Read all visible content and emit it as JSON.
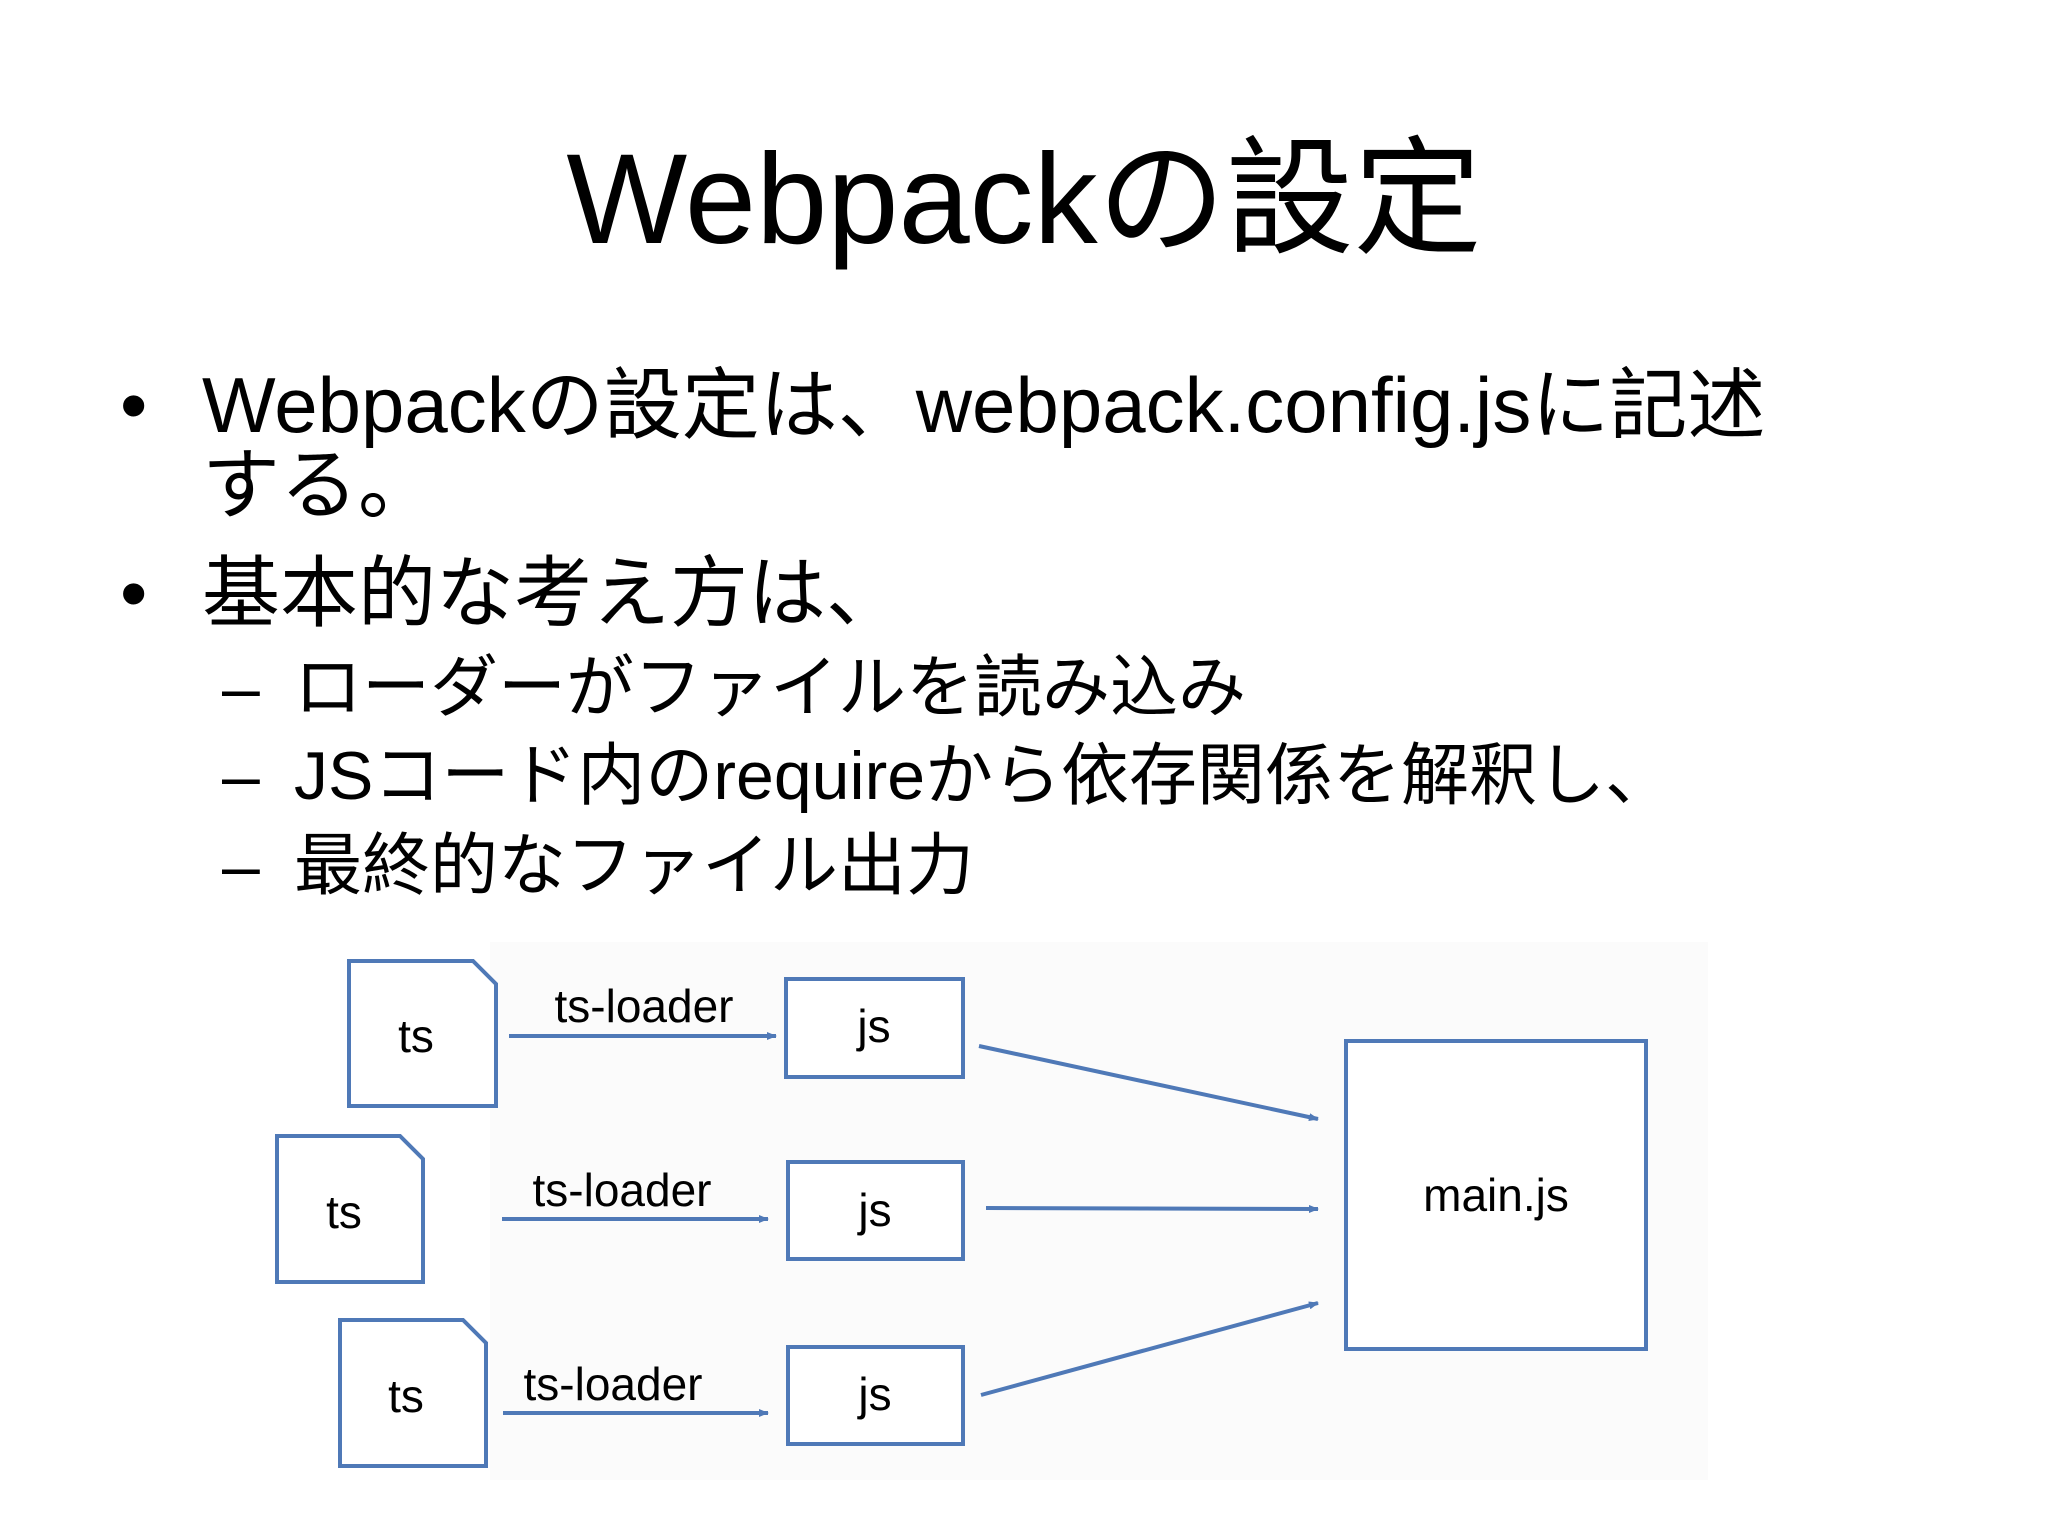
{
  "title": "Webpackの設定",
  "bullets": [
    {
      "marker": "•",
      "text_line1": "Webpackの設定は、webpack.config.jsに記述",
      "text_line2": "する。"
    },
    {
      "marker": "•",
      "text": "基本的な考え方は、",
      "subitems": [
        {
          "marker": "–",
          "text": "ローダーがファイルを読み込み"
        },
        {
          "marker": "–",
          "text": "JSコード内のrequireから依存関係を解釈し、"
        },
        {
          "marker": "–",
          "text": "最終的なファイル出力"
        }
      ]
    }
  ],
  "diagram": {
    "source_files": [
      "ts",
      "ts",
      "ts"
    ],
    "loaders": [
      "ts-loader",
      "ts-loader",
      "ts-loader"
    ],
    "outputs": [
      "js",
      "js",
      "js"
    ],
    "bundle": "main.js",
    "colors": {
      "stroke": "#4f79b7",
      "fill": "#ffffff"
    }
  }
}
